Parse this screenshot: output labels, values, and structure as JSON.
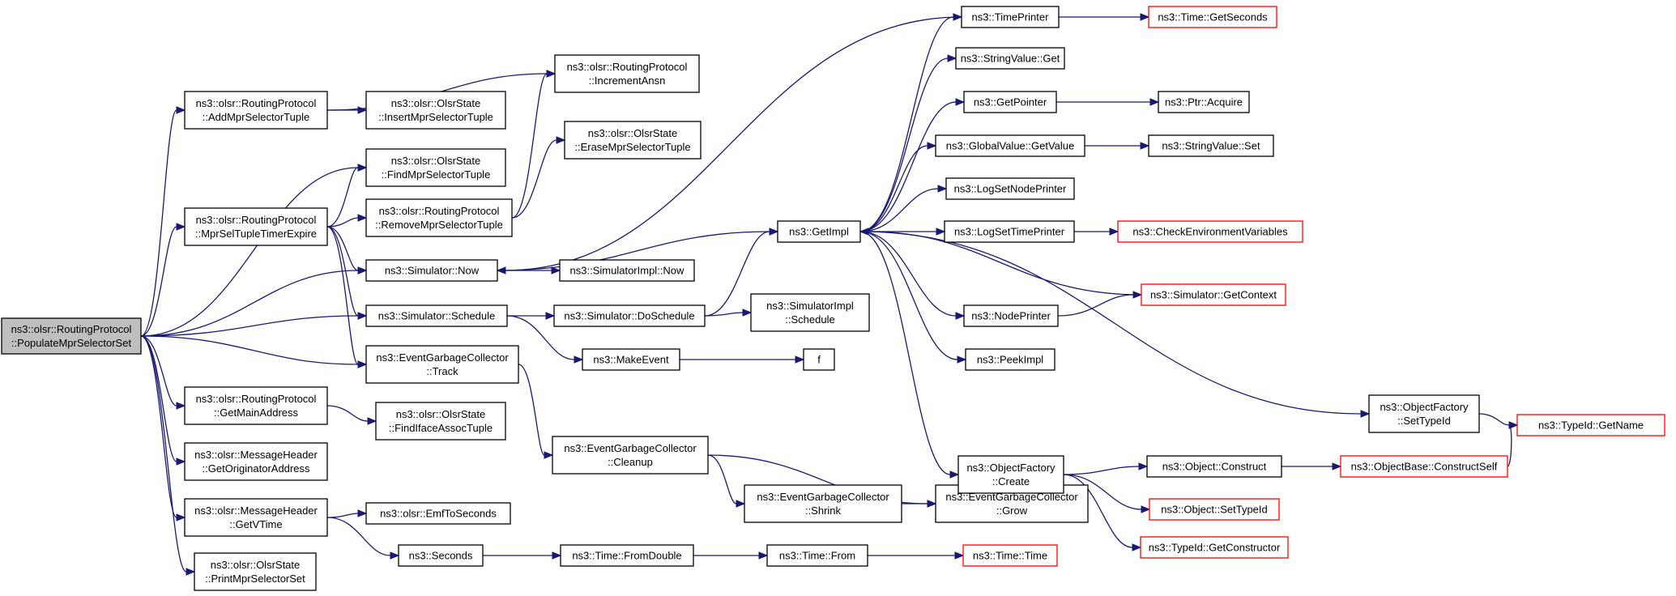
{
  "colors": {
    "edge": "#191970",
    "node_border": "#000000",
    "truncated_border": "#ff0000",
    "root_fill": "#bfbfbf"
  },
  "nodes": [
    {
      "id": "n0",
      "lines": [
        "ns3::olsr::RoutingProtocol",
        "::PopulateMprSelectorSet"
      ],
      "root": true
    },
    {
      "id": "n1",
      "lines": [
        "ns3::olsr::RoutingProtocol",
        "::AddMprSelectorTuple"
      ]
    },
    {
      "id": "n2",
      "lines": [
        "ns3::olsr::RoutingProtocol",
        "::IncrementAnsn"
      ]
    },
    {
      "id": "n3",
      "lines": [
        "ns3::olsr::OlsrState",
        "::InsertMprSelectorTuple"
      ]
    },
    {
      "id": "n4",
      "lines": [
        "ns3::olsr::OlsrState",
        "::FindMprSelectorTuple"
      ]
    },
    {
      "id": "n5",
      "lines": [
        "ns3::olsr::RoutingProtocol",
        "::MprSelTupleTimerExpire"
      ]
    },
    {
      "id": "n6",
      "lines": [
        "ns3::olsr::RoutingProtocol",
        "::RemoveMprSelectorTuple"
      ]
    },
    {
      "id": "n7",
      "lines": [
        "ns3::olsr::OlsrState",
        "::EraseMprSelectorTuple"
      ]
    },
    {
      "id": "n8",
      "lines": [
        "ns3::Simulator::Now"
      ]
    },
    {
      "id": "n9",
      "lines": [
        "ns3::SimulatorImpl::Now"
      ]
    },
    {
      "id": "n10",
      "lines": [
        "ns3::GetImpl"
      ]
    },
    {
      "id": "n11",
      "lines": [
        "ns3::Simulator::Schedule"
      ]
    },
    {
      "id": "n12",
      "lines": [
        "ns3::Simulator::DoSchedule"
      ]
    },
    {
      "id": "n13",
      "lines": [
        "ns3::SimulatorImpl",
        "::Schedule"
      ]
    },
    {
      "id": "n14",
      "lines": [
        "ns3::MakeEvent"
      ]
    },
    {
      "id": "n15",
      "lines": [
        "f"
      ]
    },
    {
      "id": "n16",
      "lines": [
        "ns3::EventGarbageCollector",
        "::Track"
      ]
    },
    {
      "id": "n17",
      "lines": [
        "ns3::EventGarbageCollector",
        "::Cleanup"
      ]
    },
    {
      "id": "n18",
      "lines": [
        "ns3::EventGarbageCollector",
        "::Shrink"
      ]
    },
    {
      "id": "n19",
      "lines": [
        "ns3::EventGarbageCollector",
        "::Grow"
      ]
    },
    {
      "id": "n20",
      "lines": [
        "ns3::olsr::RoutingProtocol",
        "::GetMainAddress"
      ]
    },
    {
      "id": "n21",
      "lines": [
        "ns3::olsr::OlsrState",
        "::FindIfaceAssocTuple"
      ]
    },
    {
      "id": "n22",
      "lines": [
        "ns3::olsr::MessageHeader",
        "::GetOriginatorAddress"
      ]
    },
    {
      "id": "n23",
      "lines": [
        "ns3::olsr::MessageHeader",
        "::GetVTime"
      ]
    },
    {
      "id": "n24",
      "lines": [
        "ns3::olsr::EmfToSeconds"
      ]
    },
    {
      "id": "n25",
      "lines": [
        "ns3::Seconds"
      ]
    },
    {
      "id": "n26",
      "lines": [
        "ns3::Time::FromDouble"
      ]
    },
    {
      "id": "n27",
      "lines": [
        "ns3::Time::From"
      ]
    },
    {
      "id": "n28",
      "lines": [
        "ns3::Time::Time"
      ],
      "truncated": true
    },
    {
      "id": "n29",
      "lines": [
        "ns3::olsr::OlsrState",
        "::PrintMprSelectorSet"
      ]
    },
    {
      "id": "n30",
      "lines": [
        "ns3::TimePrinter"
      ]
    },
    {
      "id": "n31",
      "lines": [
        "ns3::Time::GetSeconds"
      ],
      "truncated": true
    },
    {
      "id": "n32",
      "lines": [
        "ns3::StringValue::Get"
      ]
    },
    {
      "id": "n33",
      "lines": [
        "ns3::GetPointer"
      ]
    },
    {
      "id": "n34",
      "lines": [
        "ns3::Ptr::Acquire"
      ]
    },
    {
      "id": "n35",
      "lines": [
        "ns3::GlobalValue::GetValue"
      ]
    },
    {
      "id": "n36",
      "lines": [
        "ns3::StringValue::Set"
      ]
    },
    {
      "id": "n37",
      "lines": [
        "ns3::LogSetNodePrinter"
      ]
    },
    {
      "id": "n38",
      "lines": [
        "ns3::LogSetTimePrinter"
      ]
    },
    {
      "id": "n39",
      "lines": [
        "ns3::CheckEnvironmentVariables"
      ],
      "truncated": true
    },
    {
      "id": "n40",
      "lines": [
        "ns3::Simulator::GetContext"
      ],
      "truncated": true
    },
    {
      "id": "n41",
      "lines": [
        "ns3::NodePrinter"
      ]
    },
    {
      "id": "n42",
      "lines": [
        "ns3::PeekImpl"
      ]
    },
    {
      "id": "n43",
      "lines": [
        "ns3::ObjectFactory",
        "::SetTypeId"
      ]
    },
    {
      "id": "n44",
      "lines": [
        "ns3::TypeId::GetName"
      ],
      "truncated": true
    },
    {
      "id": "n45",
      "lines": [
        "ns3::ObjectFactory",
        "::Create"
      ]
    },
    {
      "id": "n46",
      "lines": [
        "ns3::Object::Construct"
      ]
    },
    {
      "id": "n47",
      "lines": [
        "ns3::ObjectBase::ConstructSelf"
      ],
      "truncated": true
    },
    {
      "id": "n48",
      "lines": [
        "ns3::Object::SetTypeId"
      ],
      "truncated": true
    },
    {
      "id": "n49",
      "lines": [
        "ns3::TypeId::GetConstructor"
      ],
      "truncated": true
    }
  ],
  "edges": [
    [
      "n0",
      "n1"
    ],
    [
      "n0",
      "n4"
    ],
    [
      "n0",
      "n5"
    ],
    [
      "n0",
      "n8"
    ],
    [
      "n0",
      "n11"
    ],
    [
      "n0",
      "n16"
    ],
    [
      "n0",
      "n20"
    ],
    [
      "n0",
      "n22"
    ],
    [
      "n0",
      "n23"
    ],
    [
      "n0",
      "n29"
    ],
    [
      "n1",
      "n2"
    ],
    [
      "n1",
      "n3"
    ],
    [
      "n5",
      "n4"
    ],
    [
      "n5",
      "n6"
    ],
    [
      "n5",
      "n8"
    ],
    [
      "n5",
      "n11"
    ],
    [
      "n5",
      "n16"
    ],
    [
      "n6",
      "n2"
    ],
    [
      "n6",
      "n7"
    ],
    [
      "n8",
      "n9"
    ],
    [
      "n8",
      "n10"
    ],
    [
      "n11",
      "n12"
    ],
    [
      "n11",
      "n14"
    ],
    [
      "n12",
      "n10"
    ],
    [
      "n12",
      "n13"
    ],
    [
      "n14",
      "n15"
    ],
    [
      "n16",
      "n17"
    ],
    [
      "n17",
      "n18"
    ],
    [
      "n17",
      "n19"
    ],
    [
      "n18",
      "n19"
    ],
    [
      "n20",
      "n21"
    ],
    [
      "n23",
      "n24"
    ],
    [
      "n23",
      "n25"
    ],
    [
      "n25",
      "n26"
    ],
    [
      "n26",
      "n27"
    ],
    [
      "n27",
      "n28"
    ],
    [
      "n10",
      "n30"
    ],
    [
      "n10",
      "n32"
    ],
    [
      "n10",
      "n33"
    ],
    [
      "n10",
      "n35"
    ],
    [
      "n10",
      "n37"
    ],
    [
      "n10",
      "n38"
    ],
    [
      "n10",
      "n41"
    ],
    [
      "n10",
      "n42"
    ],
    [
      "n10",
      "n43"
    ],
    [
      "n10",
      "n45"
    ],
    [
      "n30",
      "n8"
    ],
    [
      "n30",
      "n31"
    ],
    [
      "n33",
      "n34"
    ],
    [
      "n35",
      "n36"
    ],
    [
      "n38",
      "n39"
    ],
    [
      "n40",
      "n10"
    ],
    [
      "n41",
      "n40"
    ],
    [
      "n43",
      "n44"
    ],
    [
      "n45",
      "n46"
    ],
    [
      "n45",
      "n48"
    ],
    [
      "n45",
      "n49"
    ],
    [
      "n45",
      "n19"
    ],
    [
      "n46",
      "n47"
    ],
    [
      "n47",
      "n44"
    ]
  ]
}
